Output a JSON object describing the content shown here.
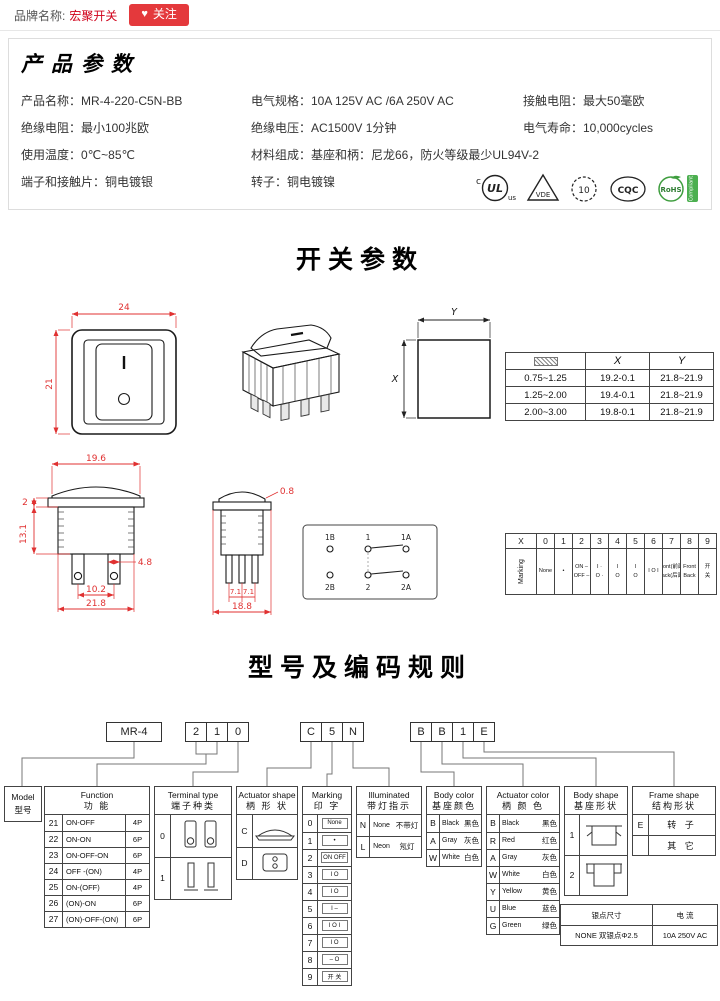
{
  "colors": {
    "accent_red": "#e4393c",
    "brand_red": "#d0021b",
    "dimension_red": "#e03131",
    "rohs_green": "#3f9e3f"
  },
  "header": {
    "brand_label": "品牌名称:",
    "brand_name": "宏聚开关",
    "heart": "♥",
    "follow": "关注"
  },
  "product": {
    "title": "产品参数",
    "specs": [
      "产品名称：MR-4-220-C5N-BB",
      "电气规格：10A 125V AC /6A 250V AC",
      "接触电阻：最大50毫欧",
      "绝缘电阻：最小100兆欧",
      "绝缘电压：AC1500V 1分钟",
      "电气寿命：10,000cycles",
      "使用温度：0℃~85℃",
      "材料组成：基座和柄：尼龙66，防火等级最少UL94V-2",
      "",
      "端子和接触片：铜电镀银",
      "转子：铜电镀镍"
    ],
    "certs": {
      "ul_c": "c",
      "ul": "UL",
      "ul_us": "us",
      "vde": "VDE",
      "enec": "10",
      "cqc": "CQC",
      "rohs": "RoHS",
      "rohs_sub": "Compliant"
    }
  },
  "switch_section": {
    "heading": "开关参数",
    "front": {
      "w": "24",
      "h": "21"
    },
    "cutout": {
      "x": "X",
      "y": "Y"
    },
    "xy_table": {
      "h_x": "X",
      "h_y": "Y",
      "rows": [
        [
          "0.75~1.25",
          "19.2-0.1",
          "21.8~21.9"
        ],
        [
          "1.25~2.00",
          "19.4-0.1",
          "21.8~21.9"
        ],
        [
          "2.00~3.00",
          "19.8-0.1",
          "21.8~21.9"
        ]
      ]
    },
    "pin_view": {
      "w": "19.6",
      "t": "2",
      "h": "13.1",
      "d": "4.8",
      "p": "10.2",
      "W": "21.8"
    },
    "side_view": {
      "a": "7.1",
      "b": "7.1",
      "w": "18.8",
      "t": "0.8"
    },
    "circuit": {
      "t1": "1B",
      "t2": "1",
      "t3": "1A",
      "b1": "2B",
      "b2": "2",
      "b3": "2A"
    },
    "marking_table": {
      "corner": "X",
      "digits": [
        "0",
        "1",
        "2",
        "3",
        "4",
        "5",
        "6",
        "7",
        "8",
        "9"
      ],
      "row_label": "Marking",
      "cells": [
        {
          "top": "None",
          "bot": ""
        },
        {
          "top": "•",
          "bot": ""
        },
        {
          "top": "ON –",
          "bot": "OFF –"
        },
        {
          "top": "I ·",
          "bot": "O ·"
        },
        {
          "top": "I",
          "bot": "O"
        },
        {
          "top": "I",
          "bot": "O"
        },
        {
          "top": "I O I",
          "bot": ""
        },
        {
          "top": "Front(前面)",
          "bot": "Back(后面)"
        },
        {
          "top": "Front",
          "bot": "Back"
        },
        {
          "top": "开",
          "bot": "关"
        }
      ]
    }
  },
  "coding": {
    "heading": "型号及编码规则",
    "code_boxes": {
      "model": "MR-4",
      "group1": [
        "2",
        "1",
        "0"
      ],
      "group2": [
        "C",
        "5",
        "N"
      ],
      "group3": [
        "B",
        "B",
        "1",
        "E"
      ]
    },
    "model_table": {
      "en": "Model",
      "cn": "型号"
    },
    "function": {
      "en": "Function",
      "cn": "功  能",
      "rows": [
        [
          "21",
          "ON-OFF",
          "4P"
        ],
        [
          "22",
          "ON-ON",
          "6P"
        ],
        [
          "23",
          "ON-OFF-ON",
          "6P"
        ],
        [
          "24",
          "OFF -(ON)",
          "4P"
        ],
        [
          "25",
          "ON-(OFF)",
          "4P"
        ],
        [
          "26",
          "(ON)-ON",
          "6P"
        ],
        [
          "27",
          "(ON)-OFF-(ON)",
          "6P"
        ]
      ]
    },
    "terminal": {
      "en": "Terminal type",
      "cn": "端子种类",
      "rows": [
        "0",
        "1"
      ]
    },
    "actuator_shape": {
      "en": "Actuator shape",
      "cn": "柄 形 状",
      "rows": [
        "C",
        "D"
      ]
    },
    "marking": {
      "en": "Marking",
      "cn": "印  字",
      "rows": [
        {
          "code": "0",
          "symbol": "None"
        },
        {
          "code": "1",
          "symbol": "•"
        },
        {
          "code": "2",
          "symbol": "ON OFF"
        },
        {
          "code": "3",
          "symbol": "I O"
        },
        {
          "code": "4",
          "symbol": "I O"
        },
        {
          "code": "5",
          "symbol": "I –"
        },
        {
          "code": "6",
          "symbol": "I O I"
        },
        {
          "code": "7",
          "symbol": "I O"
        },
        {
          "code": "8",
          "symbol": "– O"
        },
        {
          "code": "9",
          "symbol": "开 关"
        }
      ]
    },
    "illuminated": {
      "en": "Illuminated",
      "cn": "带灯指示",
      "rows": [
        [
          "N",
          "None",
          "不带灯"
        ],
        [
          "L",
          "Neon",
          "氖灯"
        ]
      ]
    },
    "body_color": {
      "en": "Body color",
      "cn": "基座颜色",
      "rows": [
        [
          "B",
          "Black",
          "黑色"
        ],
        [
          "A",
          "Gray",
          "灰色"
        ],
        [
          "W",
          "White",
          "白色"
        ]
      ]
    },
    "actuator_color": {
      "en": "Actuator color",
      "cn": "柄 颜 色",
      "rows": [
        [
          "B",
          "Black",
          "黑色"
        ],
        [
          "R",
          "Red",
          "红色"
        ],
        [
          "A",
          "Gray",
          "灰色"
        ],
        [
          "W",
          "White",
          "白色"
        ],
        [
          "Y",
          "Yellow",
          "黄色"
        ],
        [
          "U",
          "Blue",
          "蓝色"
        ],
        [
          "G",
          "Green",
          "绿色"
        ]
      ]
    },
    "body_shape": {
      "en": "Body shape",
      "cn": "基座形状",
      "rows": [
        "1",
        "2"
      ]
    },
    "frame_shape": {
      "en": "Frame shape",
      "cn": "结构形状",
      "rows": [
        [
          "E",
          "转 子"
        ],
        [
          "",
          "其 它"
        ]
      ]
    },
    "silver": {
      "h1": "银点尺寸",
      "h2": "电  流",
      "r1": "NONE 双银点Φ2.5",
      "r2": "10A 250V AC"
    }
  }
}
